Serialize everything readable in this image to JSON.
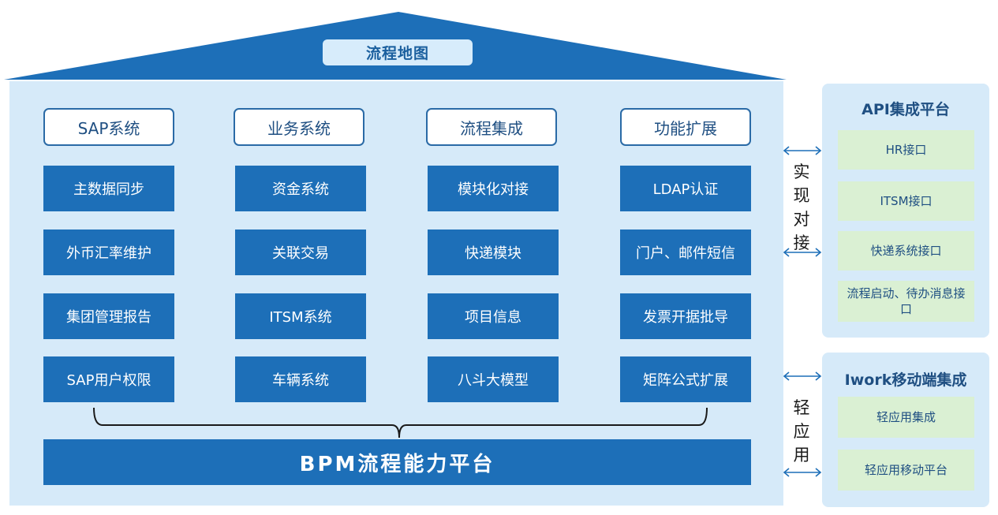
{
  "roof_title": "流程地图",
  "categories": [
    {
      "title": "SAP系统",
      "items": [
        "主数据同步",
        "外币汇率维护",
        "集团管理报告",
        "SAP用户权限"
      ]
    },
    {
      "title": "业务系统",
      "items": [
        "资金系统",
        "关联交易",
        "ITSM系统",
        "车辆系统"
      ]
    },
    {
      "title": "流程集成",
      "items": [
        "模块化对接",
        "快递模块",
        "项目信息",
        "八斗大模型"
      ]
    },
    {
      "title": "功能扩展",
      "items": [
        "LDAP认证",
        "门户、邮件短信",
        "发票开据批导",
        "矩阵公式扩展"
      ]
    }
  ],
  "platform_label": "BPM流程能力平台",
  "connector_top": "实现对接",
  "connector_bottom": "轻应用",
  "api_panel": {
    "title": "API集成平台",
    "items": [
      "HR接口",
      "ITSM接口",
      "快递系统接口",
      "流程启动、待办消息接口"
    ]
  },
  "iwork_panel": {
    "title": "Iwork移动端集成",
    "items": [
      "轻应用集成",
      "轻应用移动平台"
    ]
  },
  "colors": {
    "dark_blue": "#1d6fb8",
    "light_blue": "#d6eaf9",
    "green": "#daf0d3"
  }
}
